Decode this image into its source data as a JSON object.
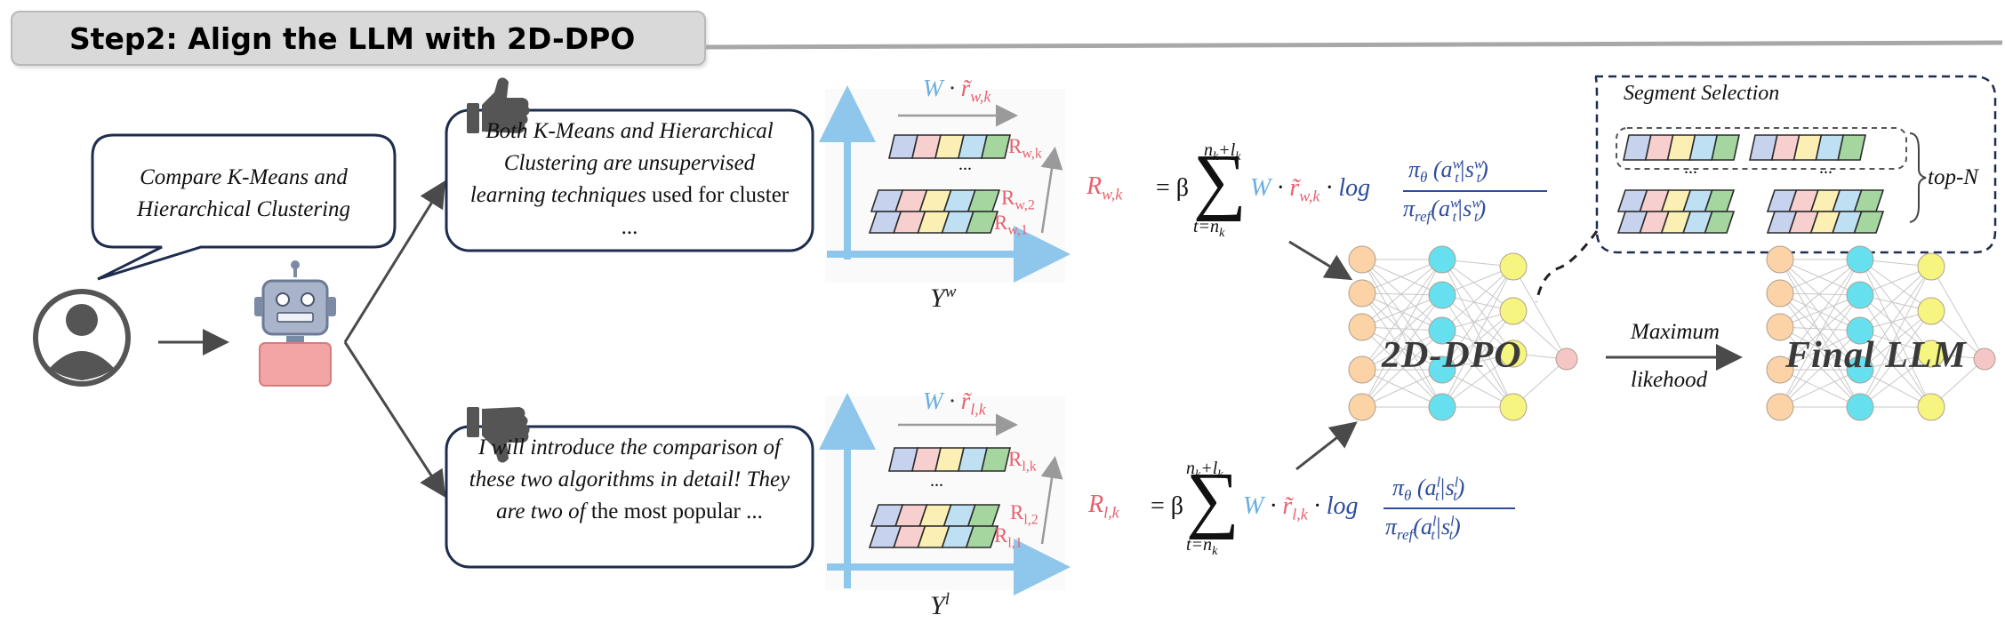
{
  "title": "Step2: Align the LLM with 2D-DPO",
  "prompt_text": "Compare K-Means and Hierarchical Clustering",
  "chosen_response": {
    "italic_text": "Both K-Means and Hierarchical Clustering are unsupervised learning techniques",
    "plain_text": "used for cluster ..."
  },
  "rejected_response": {
    "italic_text": "I will introduce the comparison of these two algorithms in detail! They are two of",
    "plain_text": "the most popular ..."
  },
  "chart_top": {
    "header_W": "W",
    "header_r": "r̃",
    "header_sub": "w,k",
    "row_labels": [
      "R",
      "R",
      "R"
    ],
    "row_subs": [
      "w,k",
      "w,2",
      "w,1"
    ],
    "axis_label": "Y",
    "axis_sup": "w"
  },
  "chart_bottom": {
    "header_W": "W",
    "header_r": "r̃",
    "header_sub": "l,k",
    "row_labels": [
      "R",
      "R",
      "R"
    ],
    "row_subs": [
      "l,k",
      "l,2",
      "l,1"
    ],
    "axis_label": "Y",
    "axis_sup": "l"
  },
  "formula_top": {
    "lhs": "R",
    "lhs_sub": "w,k",
    "eq_beta": "= β",
    "sum_top": "n",
    "sum_top_sub": "k",
    "sum_top_plus": "+l",
    "sum_top_plus_sub": "k",
    "sum_bottom": "t=n",
    "sum_bottom_sub": "k",
    "W": "W",
    "r": "r̃",
    "r_sub": "w,k",
    "log": "log",
    "num": "π",
    "num_sub": "θ",
    "num_args": "(a",
    "num_args_sup": "w",
    "num_args_sub": "t",
    "num_args_mid": "|s",
    "num_args_end_sup": "w",
    "num_args_end_sub": "t",
    "num_close": ")",
    "den": "π",
    "den_sub": "ref",
    "den_args": "(a",
    "den_args_sup": "w",
    "den_args_sub": "t",
    "den_args_mid": "|s",
    "den_args_end_sup": "w",
    "den_args_end_sub": "t",
    "den_close": ")"
  },
  "formula_bottom": {
    "lhs": "R",
    "lhs_sub": "l,k",
    "eq_beta": "= β",
    "sum_top": "n",
    "sum_top_sub": "k",
    "sum_top_plus": "+l",
    "sum_top_plus_sub": "k",
    "sum_bottom": "t=n",
    "sum_bottom_sub": "k",
    "W": "W",
    "r": "r̃",
    "r_sub": "l,k",
    "log": "log",
    "num": "π",
    "num_sub": "θ",
    "num_args": "(a",
    "num_args_sup": "l",
    "num_args_sub": "t",
    "num_args_mid": "|s",
    "num_args_end_sup": "l",
    "num_args_end_sub": "t",
    "num_close": ")",
    "den": "π",
    "den_sub": "ref",
    "den_args": "(a",
    "den_args_sup": "l",
    "den_args_sub": "t",
    "den_args_mid": "|s",
    "den_args_end_sup": "l",
    "den_args_end_sub": "t",
    "den_close": ")"
  },
  "segment_selection_label": "Segment Selection",
  "top_n_label": "top-N",
  "dots": "...",
  "model_2d_label": "2D-DPO",
  "final_label": "Final LLM",
  "arrow_label_top": "Maximum",
  "arrow_label_bottom": "likehood",
  "colors": {
    "blue_math": "#6aaee0",
    "red_math": "#e8606e",
    "dark_blue_math": "#2d4c9a",
    "axis_blue": "#8ec6ec",
    "cell_blue": "#c7d3ee",
    "cell_pink": "#f7cfcf",
    "cell_yellow": "#fbefb4",
    "cell_lightblue": "#bfe0f3",
    "cell_green": "#a6d6a0",
    "node_orange": "#fbd3a6",
    "node_cyan": "#66e0ef",
    "node_yellow": "#f5f57f",
    "node_pink": "#f5c6c6"
  }
}
